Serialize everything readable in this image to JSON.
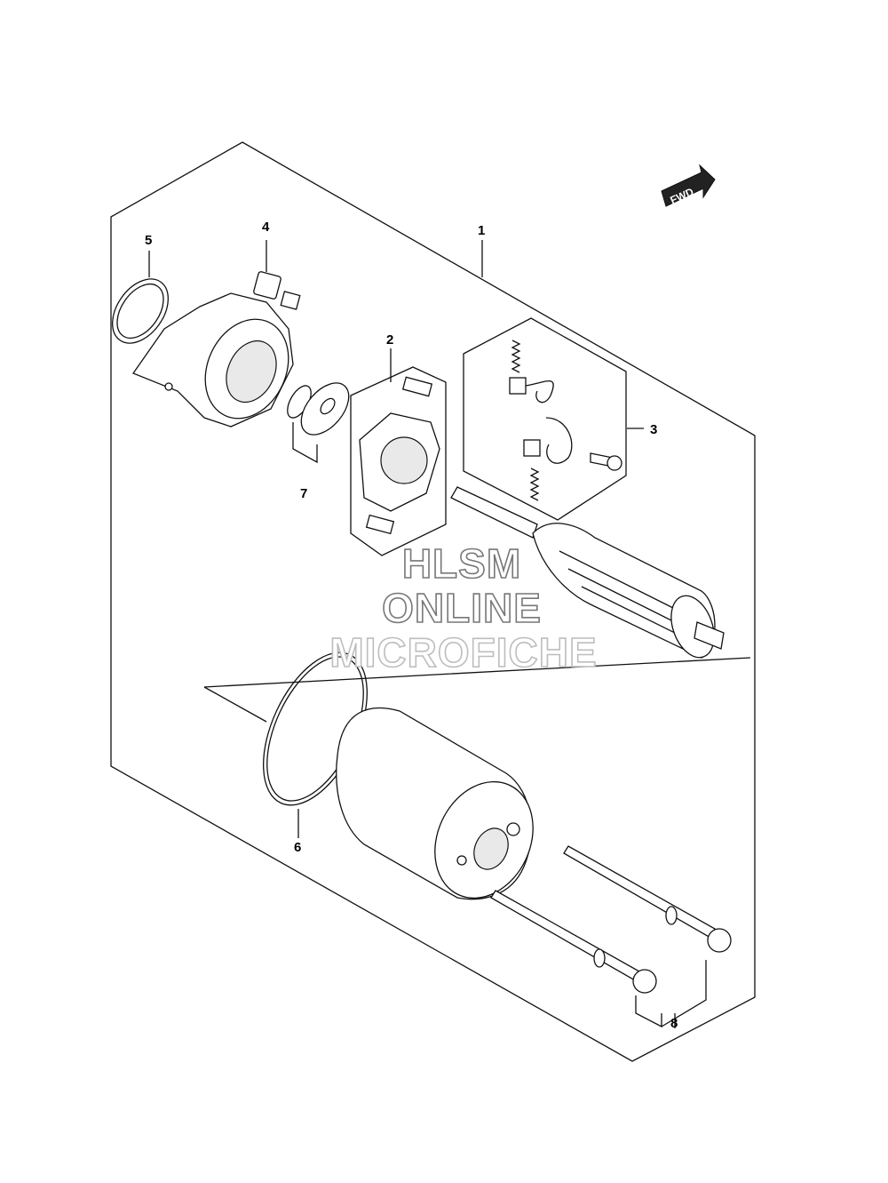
{
  "diagram": {
    "fwd_label": "FWD",
    "callouts": [
      {
        "id": "1",
        "label": "1"
      },
      {
        "id": "2",
        "label": "2"
      },
      {
        "id": "3",
        "label": "3"
      },
      {
        "id": "4",
        "label": "4"
      },
      {
        "id": "5",
        "label": "5"
      },
      {
        "id": "6",
        "label": "6"
      },
      {
        "id": "7",
        "label": "7"
      },
      {
        "id": "8",
        "label": "8"
      }
    ],
    "watermark": {
      "line1": "HLSM",
      "line2": "ONLINE",
      "line3": "MICROFICHE"
    }
  }
}
